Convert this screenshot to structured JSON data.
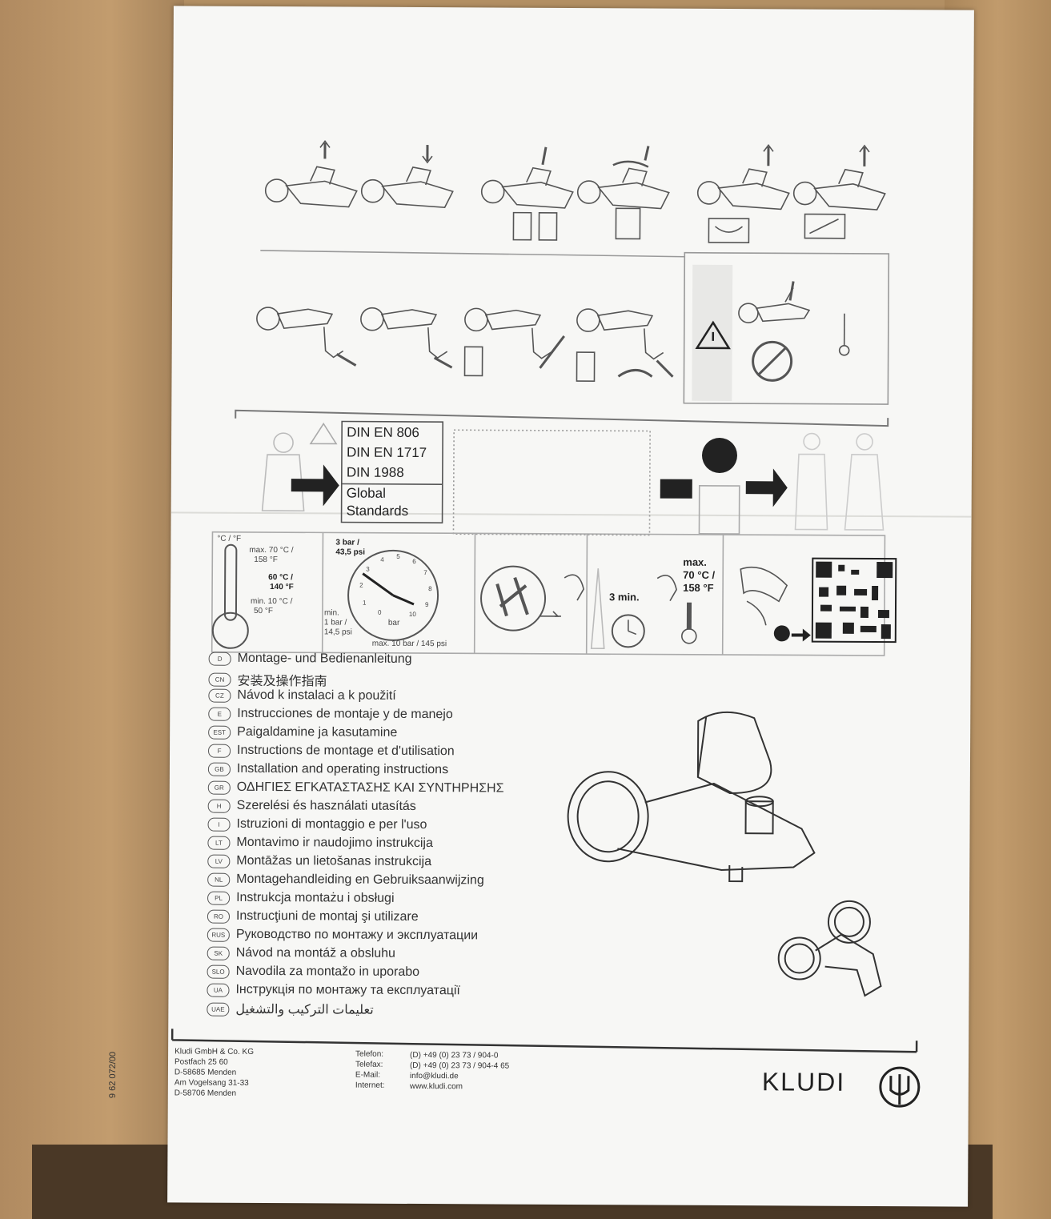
{
  "standards": [
    "DIN EN 806",
    "DIN EN 1717",
    "DIN 1988",
    "Global",
    "Standards"
  ],
  "temperature": {
    "unit": "°C / °F",
    "max": "max. 70 °C /",
    "max_f": "158 °F",
    "rec": "60 °C /",
    "rec_f": "140 °F",
    "min": "min. 10 °C /",
    "min_f": "50 °F"
  },
  "pressure": {
    "rec": "3 bar /",
    "rec_psi": "43,5 psi",
    "min": "min.",
    "min_bar": "1 bar /",
    "min_psi": "14,5 psi",
    "unit": "bar",
    "max": "max. 10 bar / 145 psi",
    "dial_numbers": [
      "0",
      "1",
      "2",
      "3",
      "4",
      "5",
      "6",
      "7",
      "8",
      "9",
      "10"
    ]
  },
  "flush": {
    "time": "3 min.",
    "max": "max.",
    "max_c": "70 °C /",
    "max_f": "158 °F"
  },
  "languages": [
    {
      "code": "D",
      "text": "Montage- und Bedienanleitung"
    },
    {
      "code": "CN",
      "text": "安装及操作指南"
    },
    {
      "code": "CZ",
      "text": "Návod k instalaci a k použití"
    },
    {
      "code": "E",
      "text": "Instrucciones de montaje y de manejo"
    },
    {
      "code": "EST",
      "text": "Paigaldamine ja kasutamine"
    },
    {
      "code": "F",
      "text": "Instructions de montage et d'utilisation"
    },
    {
      "code": "GB",
      "text": "Installation and operating instructions"
    },
    {
      "code": "GR",
      "text": "ΟΔΗΓΙΕΣ ΕΓΚΑΤΑΣΤΑΣΗΣ ΚΑΙ ΣΥΝΤΗΡΗΣΗΣ"
    },
    {
      "code": "H",
      "text": "Szerelési és használati utasítás"
    },
    {
      "code": "I",
      "text": "Istruzioni di montaggio e per l'uso"
    },
    {
      "code": "LT",
      "text": "Montavimo ir naudojimo instrukcija"
    },
    {
      "code": "LV",
      "text": "Montāžas un lietošanas instrukcija"
    },
    {
      "code": "NL",
      "text": "Montagehandleiding en Gebruiksaanwijzing"
    },
    {
      "code": "PL",
      "text": "Instrukcja montażu i obsługi"
    },
    {
      "code": "RO",
      "text": "Instrucţiuni de montaj şi utilizare"
    },
    {
      "code": "RUS",
      "text": "Руководство по монтажу и эксплуатации"
    },
    {
      "code": "SK",
      "text": "Návod na montáž a obsluhu"
    },
    {
      "code": "SLO",
      "text": "Navodila za montažo in uporabo"
    },
    {
      "code": "UA",
      "text": "Інструкція по монтажу та експлуатації"
    },
    {
      "code": "UAE",
      "text": "تعليمات التركيب والتشغيل"
    }
  ],
  "footer": {
    "company": [
      "Kludi GmbH & Co. KG",
      "Postfach 25 60",
      "D-58685 Menden",
      "Am Vogelsang 31-33",
      "D-58706 Menden"
    ],
    "contact_labels": [
      "Telefon:",
      "Telefax:",
      "E-Mail:",
      "Internet:"
    ],
    "contact_values": [
      "(D) +49 (0) 23 73 / 904-0",
      "(D) +49 (0) 23 73 / 904-4 65",
      "info@kludi.de",
      "www.kludi.com"
    ],
    "doc_number": "9 62 072/00",
    "brand": "KLUDI"
  }
}
